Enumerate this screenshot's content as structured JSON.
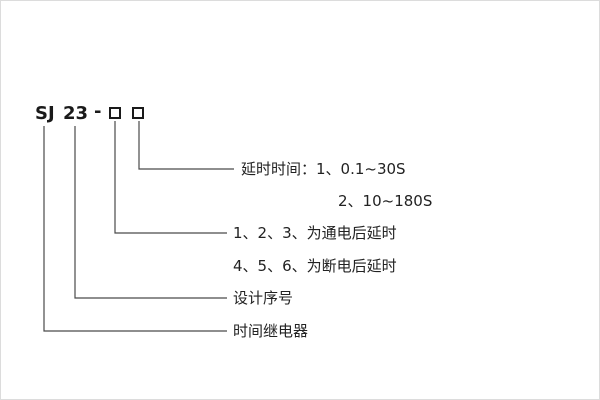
{
  "model": {
    "prefix": "SJ",
    "series": "23",
    "separator": "-"
  },
  "labels": {
    "delay_time_line1": "延时时间：1、0.1~30S",
    "delay_time_line2": "2、10~180S",
    "power_on_delay": "1、2、3、为通电后延时",
    "power_off_delay": "4、5、6、为断电后延时",
    "design_number": "设计序号",
    "time_relay": "时间继电器"
  },
  "colors": {
    "line": "#4a4a4a",
    "text": "#222222"
  }
}
